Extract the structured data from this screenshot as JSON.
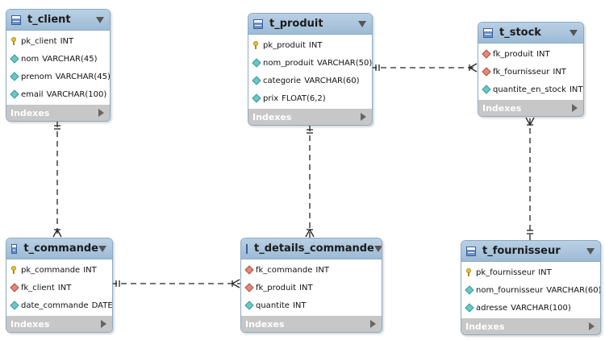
{
  "tables": [
    {
      "id": "t_client",
      "name": "t_client",
      "indexes_label": "Indexes",
      "columns": [
        {
          "name": "pk_client",
          "type": "INT",
          "kind": "key"
        },
        {
          "name": "nom",
          "type": "VARCHAR(45)",
          "kind": "col"
        },
        {
          "name": "prenom",
          "type": "VARCHAR(45)",
          "kind": "col"
        },
        {
          "name": "email",
          "type": "VARCHAR(100)",
          "kind": "col"
        }
      ]
    },
    {
      "id": "t_produit",
      "name": "t_produit",
      "indexes_label": "Indexes",
      "columns": [
        {
          "name": "pk_produit",
          "type": "INT",
          "kind": "key"
        },
        {
          "name": "nom_produit",
          "type": "VARCHAR(50)",
          "kind": "col"
        },
        {
          "name": "categorie",
          "type": "VARCHAR(60)",
          "kind": "col"
        },
        {
          "name": "prix",
          "type": "FLOAT(6,2)",
          "kind": "col"
        }
      ]
    },
    {
      "id": "t_stock",
      "name": "t_stock",
      "indexes_label": "Indexes",
      "columns": [
        {
          "name": "fk_produit",
          "type": "INT",
          "kind": "fk"
        },
        {
          "name": "fk_fournisseur",
          "type": "INT",
          "kind": "fk"
        },
        {
          "name": "quantite_en_stock",
          "type": "INT",
          "kind": "col"
        }
      ]
    },
    {
      "id": "t_commande",
      "name": "t_commande",
      "indexes_label": "Indexes",
      "columns": [
        {
          "name": "pk_commande",
          "type": "INT",
          "kind": "key"
        },
        {
          "name": "fk_client",
          "type": "INT",
          "kind": "fk"
        },
        {
          "name": "date_commande",
          "type": "DATE",
          "kind": "col"
        }
      ]
    },
    {
      "id": "t_details_commande",
      "name": "t_details_commande",
      "indexes_label": "Indexes",
      "columns": [
        {
          "name": "fk_commande",
          "type": "INT",
          "kind": "fk"
        },
        {
          "name": "fk_produit",
          "type": "INT",
          "kind": "fk"
        },
        {
          "name": "quantite",
          "type": "INT",
          "kind": "col"
        }
      ]
    },
    {
      "id": "t_fournisseur",
      "name": "t_fournisseur",
      "indexes_label": "Indexes",
      "columns": [
        {
          "name": "pk_fournisseur",
          "type": "INT",
          "kind": "key"
        },
        {
          "name": "nom_fournisseur",
          "type": "VARCHAR(60)",
          "kind": "col"
        },
        {
          "name": "adresse",
          "type": "VARCHAR(100)",
          "kind": "col"
        }
      ]
    }
  ],
  "relationships": [
    {
      "from": "t_client",
      "to": "t_commande"
    },
    {
      "from": "t_produit",
      "to": "t_stock"
    },
    {
      "from": "t_produit",
      "to": "t_details_commande"
    },
    {
      "from": "t_commande",
      "to": "t_details_commande"
    },
    {
      "from": "t_fournisseur",
      "to": "t_stock"
    }
  ]
}
